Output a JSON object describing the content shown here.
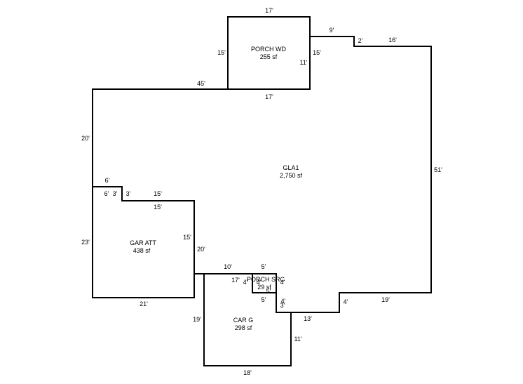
{
  "areas": {
    "porch_wd": {
      "name": "PORCH WD",
      "area": "255 sf"
    },
    "gla1": {
      "name": "GLA1",
      "area": "2,750 sf"
    },
    "gar_att": {
      "name": "GAR ATT",
      "area": "438 sf"
    },
    "porch_src": {
      "name": "PORCH SRC",
      "area": "29 sf"
    },
    "car_g": {
      "name": "CAR G",
      "area": "298 sf"
    }
  },
  "dimensions": {
    "porch_top": "17'",
    "porch_left": "15'",
    "porch_right": "15'",
    "porch_right_inner": "11'",
    "porch_bottom": "17'",
    "gla_top_left": "45'",
    "gla_top_step": "9'",
    "gla_step_down": "2'",
    "gla_top_right": "16'",
    "gla_right": "51'",
    "gla_left_upper": "20'",
    "notch_top": "6'",
    "notch_left_a": "6'",
    "notch_down": "3'",
    "notch_top_b": "15'",
    "gar_top": "15'",
    "gar_left": "23'",
    "gar_right": "15'",
    "gar_bottom": "21'",
    "gla_mid_left": "20'",
    "gla_bottom_a": "10'",
    "src_top": "5'",
    "car_top_left": "17'",
    "src_left": "4'",
    "src_inner_a": "4'",
    "src_right": "4'",
    "src_inner_b": "5'",
    "src_bottom": "5'",
    "car_step_a": "4'",
    "car_step_b": "3'",
    "car_step_c": "13'",
    "gla_step_up": "4'",
    "gla_bottom_right": "19'",
    "car_left": "19'",
    "car_right": "11'",
    "car_bottom": "18'"
  }
}
